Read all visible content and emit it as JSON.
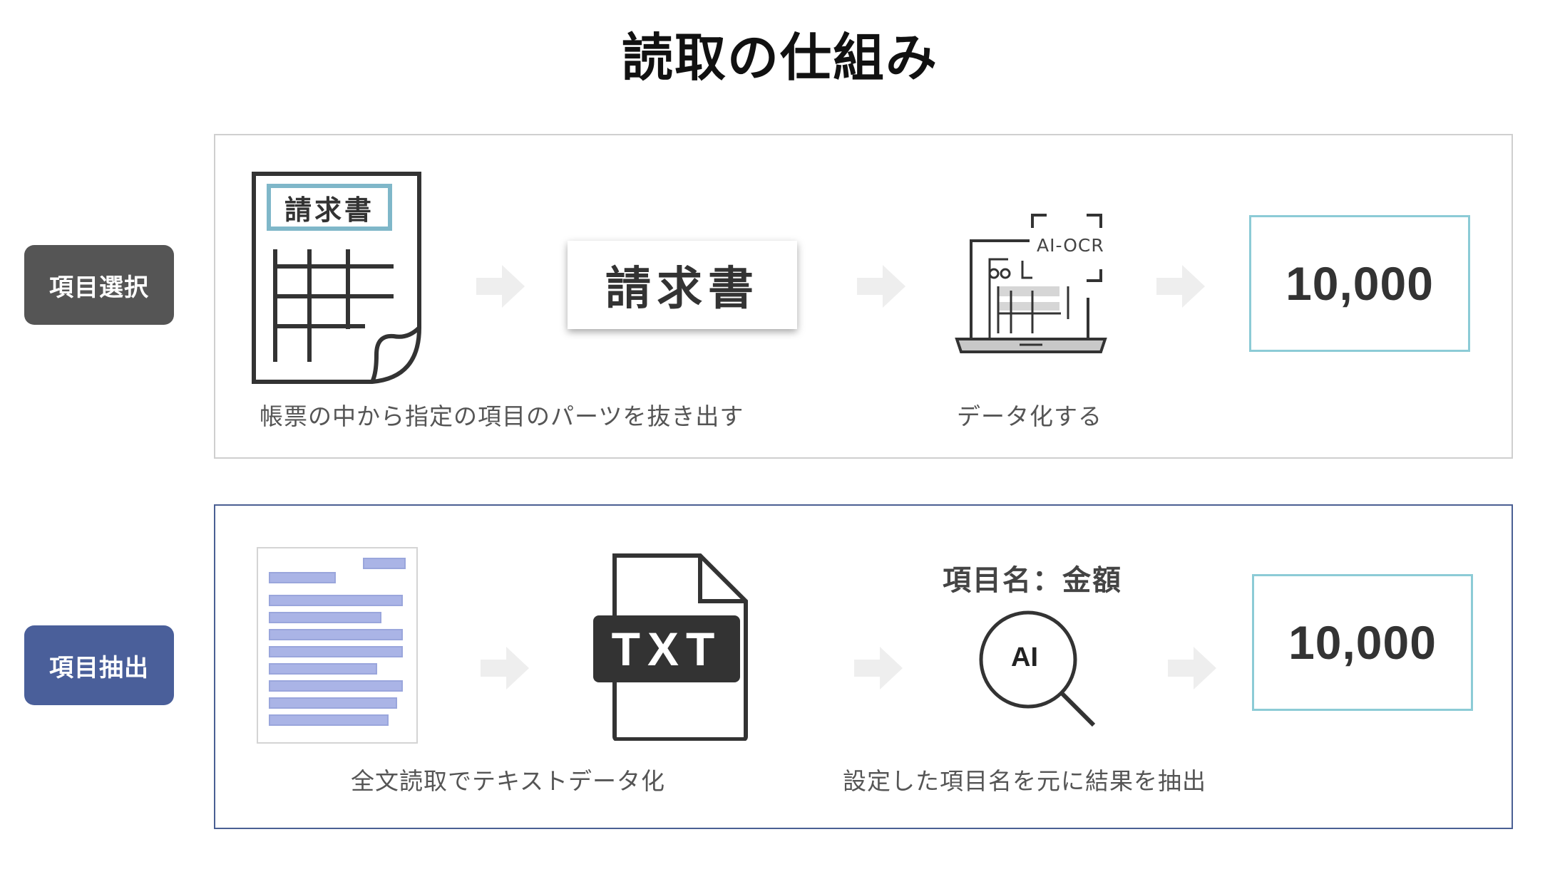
{
  "title": "読取の仕組み",
  "rows": [
    {
      "label": "項目選択",
      "label_color": "#555555",
      "doc_header": "請求書",
      "card_text": "請求書",
      "ocr_label": "AI-OCR",
      "value": "10,000",
      "captions": [
        "帳票の中から指定の項目のパーツを抜き出す",
        "データ化する"
      ]
    },
    {
      "label": "項目抽出",
      "label_color": "#4a5f9a",
      "txt_badge": "TXT",
      "field_name": "項目名：金額",
      "ai_label": "AI",
      "value": "10,000",
      "captions": [
        "全文読取でテキストデータ化",
        "設定した項目名を元に結果を抽出"
      ]
    }
  ],
  "colors": {
    "arrow": "#eeeeee",
    "value_border": "#8ccbd6",
    "panel2_border": "#4a5f93",
    "highlight": "#aab4e6"
  },
  "icons": [
    "invoice-document-icon",
    "arrow-right-icon",
    "laptop-ocr-icon",
    "text-document-icon",
    "txt-file-icon",
    "ai-magnifier-icon"
  ]
}
